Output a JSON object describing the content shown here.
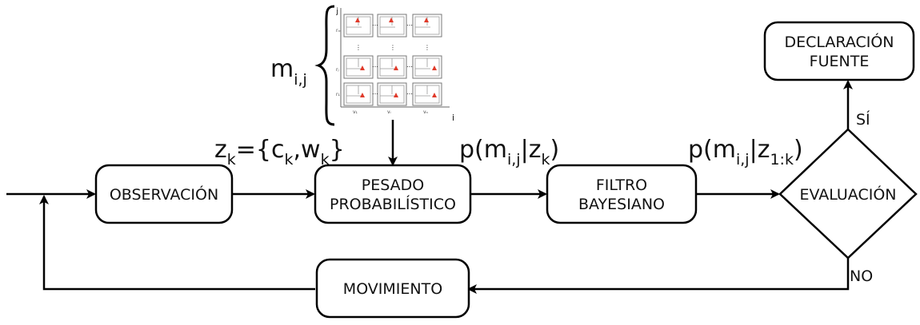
{
  "nodes": {
    "observacion": "OBSERVACIÓN",
    "pesado_line1": "PESADO",
    "pesado_line2": "PROBABILÍSTICO",
    "filtro_line1": "FILTRO",
    "filtro_line2": "BAYESIANO",
    "evaluacion": "EVALUACIÓN",
    "declaracion_line1": "DECLARACIÓN",
    "declaracion_line2": "FUENTE",
    "movimiento": "MOVIMIENTO"
  },
  "edges": {
    "yes": "SÍ",
    "no": "NO"
  },
  "labels": {
    "m_main": "m",
    "m_sub": "i,j",
    "z_eq": "z",
    "z_sub": "k",
    "z_eq_rest_1": "={c",
    "z_eq_rest_sub_c": "k",
    "z_eq_rest_2": ",w",
    "z_eq_rest_sub_w": "k",
    "z_eq_rest_3": "}",
    "p1_a": "p(m",
    "p1_sub_ij": "i,j",
    "p1_b": "|z",
    "p1_sub_k": "k",
    "p1_c": ")",
    "p2_a": "p(m",
    "p2_sub_ij": "i,j",
    "p2_b": "|z",
    "p2_sub_k": "1:k",
    "p2_c": ")"
  },
  "grid": {
    "axis_i": "i",
    "axis_j": "j",
    "row_labels": [
      "rₘ",
      "rⱼ",
      "r₁"
    ],
    "col_labels": [
      "v₁",
      "vᵢ",
      "vₙ"
    ]
  },
  "colors": {
    "stroke": "#000000",
    "marker": "#e03a2a"
  }
}
